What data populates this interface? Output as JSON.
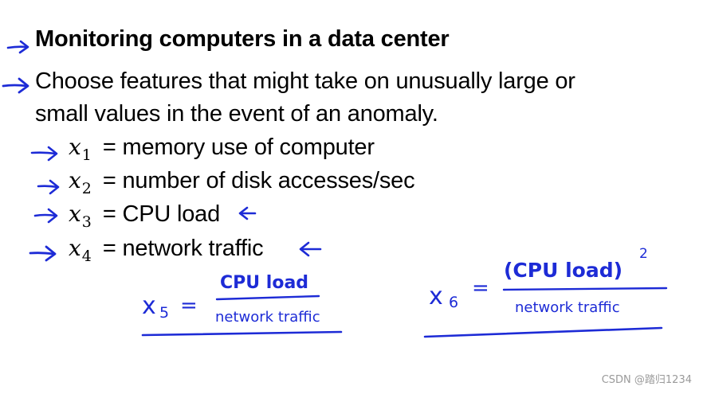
{
  "heading": "Monitoring computers in a data center",
  "intro": {
    "line1": "Choose features that might take on unusually large or",
    "line2": "small values in the event of an anomaly."
  },
  "features": [
    {
      "var": "x",
      "sub": "1",
      "text": "= memory use of computer"
    },
    {
      "var": "x",
      "sub": "2",
      "text": "= number of disk accesses/sec"
    },
    {
      "var": "x",
      "sub": "3",
      "text": "= CPU load"
    },
    {
      "var": "x",
      "sub": "4",
      "text": "= network traffic"
    }
  ],
  "annotations": {
    "x5_lhs": "x",
    "x5_sub": "5",
    "x5_eq": "=",
    "x5_numerator": "CPU load",
    "x5_denominator": "network traffic",
    "x6_lhs": "x",
    "x6_sub": "6",
    "x6_eq": "=",
    "x6_numerator": "(CPU load)",
    "x6_exponent": "2",
    "x6_denominator": "network traffic"
  },
  "watermark": "CSDN @踏归1234",
  "colors": {
    "ink": "#000000",
    "handwriting": "#1d2bd6",
    "watermark": "#9a9a9a"
  },
  "icons": [
    "arrow-right-icon",
    "arrow-left-icon"
  ]
}
